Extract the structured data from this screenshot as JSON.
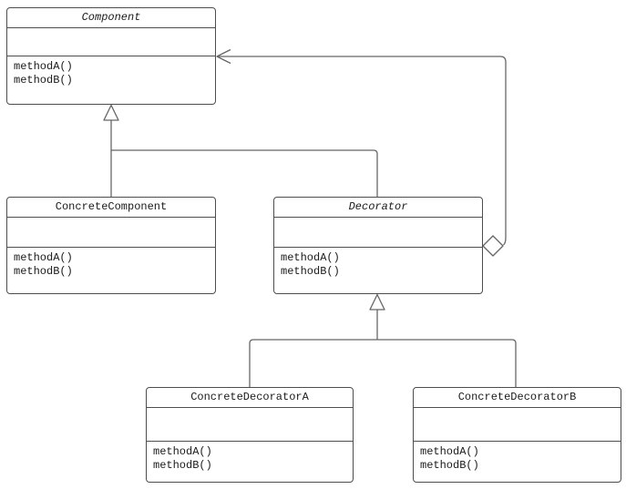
{
  "colors": {
    "box_stroke": "#4d4d4d",
    "connector_stroke": "#666666",
    "text": "#1a1a1a",
    "background": "#ffffff"
  },
  "classes": [
    {
      "name": "Component",
      "stereotype": "abstract",
      "attributes": [],
      "methods": [
        "methodA()",
        "methodB()"
      ]
    },
    {
      "name": "ConcreteComponent",
      "stereotype": "concrete",
      "attributes": [],
      "methods": [
        "methodA()",
        "methodB()"
      ]
    },
    {
      "name": "Decorator",
      "stereotype": "abstract",
      "attributes": [],
      "methods": [
        "methodA()",
        "methodB()"
      ]
    },
    {
      "name": "ConcreteDecoratorA",
      "stereotype": "concrete",
      "attributes": [],
      "methods": [
        "methodA()",
        "methodB()"
      ]
    },
    {
      "name": "ConcreteDecoratorB",
      "stereotype": "concrete",
      "attributes": [],
      "methods": [
        "methodA()",
        "methodB()"
      ]
    }
  ],
  "relationships": [
    {
      "type": "generalization",
      "from": "ConcreteComponent",
      "to": "Component"
    },
    {
      "type": "generalization",
      "from": "Decorator",
      "to": "Component"
    },
    {
      "type": "aggregation",
      "from": "Decorator",
      "to": "Component"
    },
    {
      "type": "generalization",
      "from": "ConcreteDecoratorA",
      "to": "Decorator"
    },
    {
      "type": "generalization",
      "from": "ConcreteDecoratorB",
      "to": "Decorator"
    }
  ]
}
